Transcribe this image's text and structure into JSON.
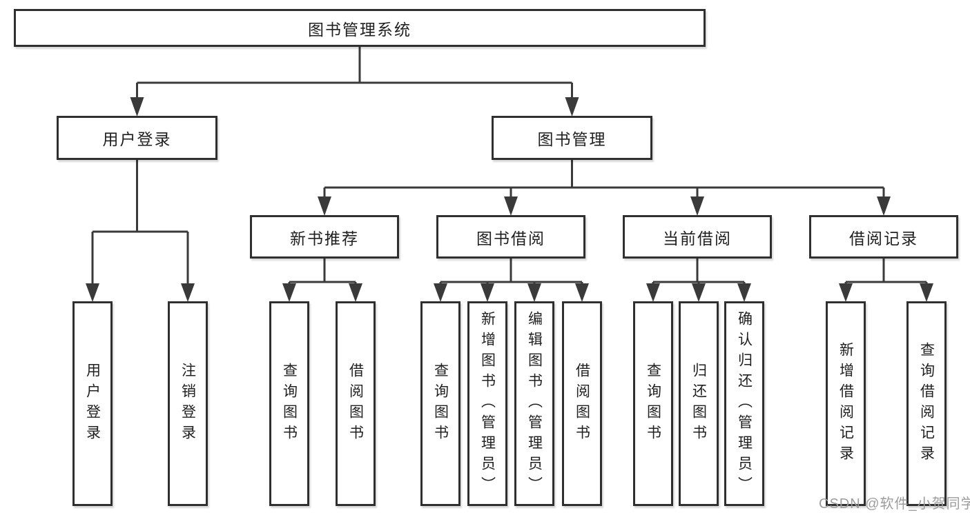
{
  "diagram": {
    "root": {
      "label": "图书管理系统"
    },
    "branches": [
      {
        "label": "用户登录",
        "children": [
          {
            "label": "用户登录"
          },
          {
            "label": "注销登录"
          }
        ]
      },
      {
        "label": "图书管理",
        "children": [
          {
            "label": "新书推荐",
            "children": [
              {
                "label": "查询图书"
              },
              {
                "label": "借阅图书"
              }
            ]
          },
          {
            "label": "图书借阅",
            "children": [
              {
                "label": "查询图书"
              },
              {
                "label": "新增图书（管理员）"
              },
              {
                "label": "编辑图书（管理员）"
              },
              {
                "label": "借阅图书"
              }
            ]
          },
          {
            "label": "当前借阅",
            "children": [
              {
                "label": "查询图书"
              },
              {
                "label": "归还图书"
              },
              {
                "label": "确认归还（管理员）"
              }
            ]
          },
          {
            "label": "借阅记录",
            "children": [
              {
                "label": "新增借阅记录"
              },
              {
                "label": "查询借阅记录"
              }
            ]
          }
        ]
      }
    ]
  },
  "watermark": {
    "text": "CSDN @软件_小贺同学"
  },
  "colors": {
    "line": "#3a3a3a",
    "box_border": "#2f2f2f",
    "text": "#1f1f1f",
    "watermark": "#9c9c9c",
    "background": "#ffffff"
  }
}
